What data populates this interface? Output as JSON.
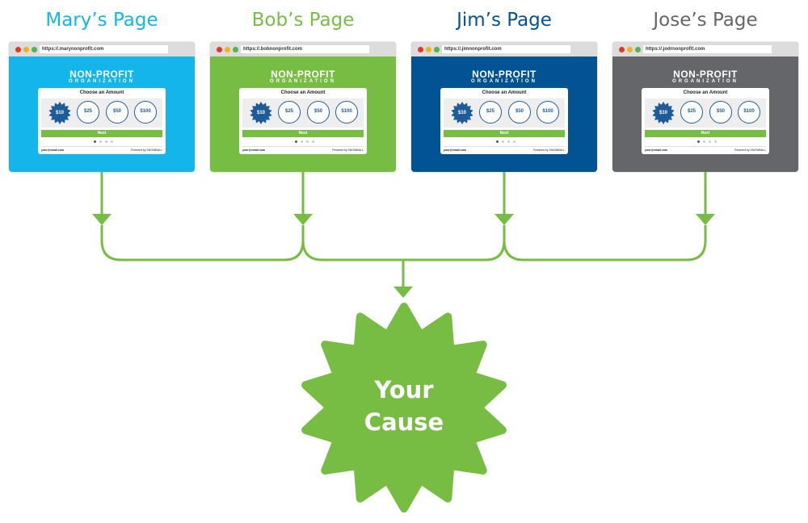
{
  "pages": [
    {
      "title": "Mary’s Page",
      "url": "https://.marynonprofit.com",
      "color": "#13b5ea"
    },
    {
      "title": "Bob’s Page",
      "url": "https://.bobnonprofit.com",
      "color": "#77bc43"
    },
    {
      "title": "Jim’s Page",
      "url": "https://.jimnonprofit.com",
      "color": "#015394"
    },
    {
      "title": "Jose’s Page",
      "url": "https://.jodrnonprofit.com",
      "color": "#646669"
    }
  ],
  "title_colors": [
    "#13b5ea",
    "#77bc43",
    "#015394",
    "#646669"
  ],
  "page_content": {
    "org_name": "NON-PROFIT",
    "org_sub": "ORGANIZATION",
    "choose_label": "Choose an Amount",
    "amounts": [
      "$10",
      "$25",
      "$50",
      "$100"
    ],
    "next_label": "Next",
    "footer_left": "your@email.com",
    "footer_right": "Powered by SNOWBALL"
  },
  "cause": {
    "line1": "Your",
    "line2": "Cause",
    "color": "#77bc43"
  },
  "connector_color": "#77bc43"
}
